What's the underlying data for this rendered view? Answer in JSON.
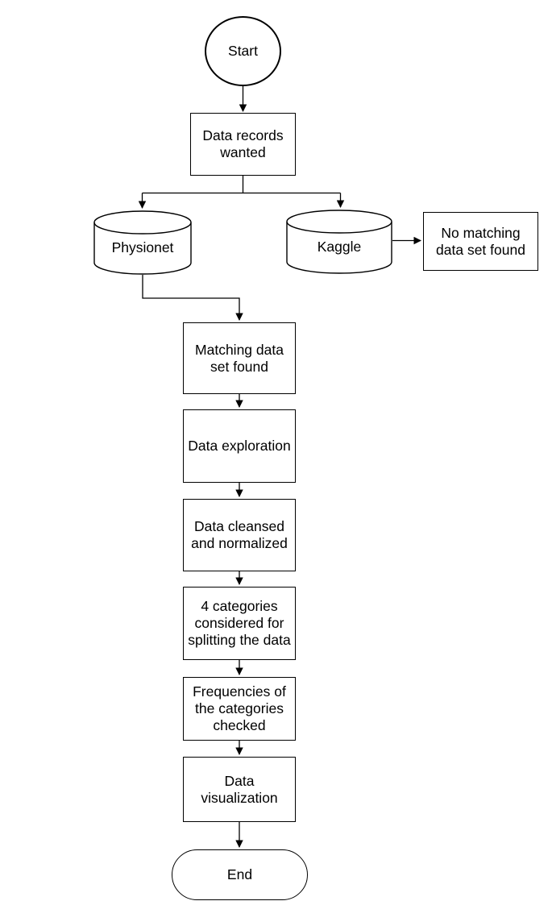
{
  "diagram": {
    "type": "flowchart",
    "background_color": "#ffffff",
    "stroke_color": "#000000",
    "node_fill_color": "#ffffff",
    "text_color": "#000000",
    "nodes": {
      "start": {
        "label": "Start",
        "shape": "circle"
      },
      "data_records": {
        "label": "Data records\nwanted",
        "shape": "rectangle"
      },
      "physionet": {
        "label": "Physionet",
        "shape": "cylinder"
      },
      "kaggle": {
        "label": "Kaggle",
        "shape": "cylinder"
      },
      "no_match": {
        "label": "No matching\ndata set found",
        "shape": "rectangle"
      },
      "matching": {
        "label": "Matching data\nset found",
        "shape": "rectangle"
      },
      "exploration": {
        "label": "Data exploration",
        "shape": "rectangle"
      },
      "cleansed": {
        "label": "Data cleansed\nand normalized",
        "shape": "rectangle"
      },
      "categories": {
        "label": "4 categories\nconsidered for\nsplitting the data",
        "shape": "rectangle"
      },
      "frequencies": {
        "label": "Frequencies of\nthe categories\nchecked",
        "shape": "rectangle"
      },
      "visualization": {
        "label": "Data\nvisualization",
        "shape": "rectangle"
      },
      "end": {
        "label": "End",
        "shape": "terminator"
      }
    },
    "edges": [
      {
        "from": "start",
        "to": "data_records"
      },
      {
        "from": "data_records",
        "to": "physionet"
      },
      {
        "from": "data_records",
        "to": "kaggle"
      },
      {
        "from": "kaggle",
        "to": "no_match"
      },
      {
        "from": "physionet",
        "to": "matching"
      },
      {
        "from": "matching",
        "to": "exploration"
      },
      {
        "from": "exploration",
        "to": "cleansed"
      },
      {
        "from": "cleansed",
        "to": "categories"
      },
      {
        "from": "categories",
        "to": "frequencies"
      },
      {
        "from": "frequencies",
        "to": "visualization"
      },
      {
        "from": "visualization",
        "to": "end"
      }
    ]
  }
}
